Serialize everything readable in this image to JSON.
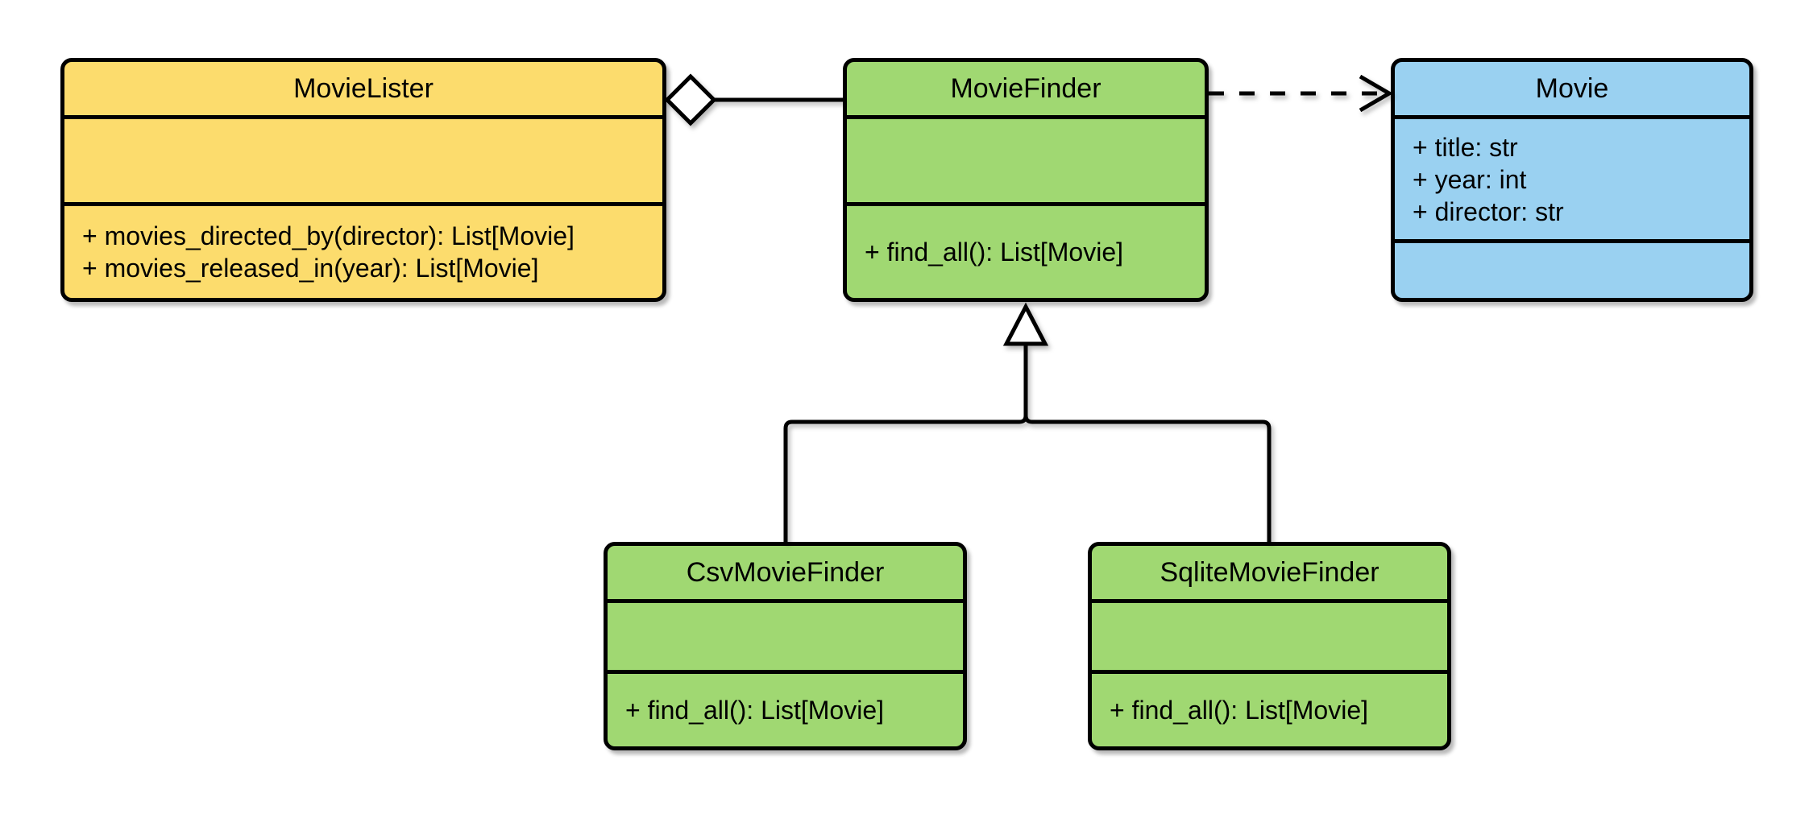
{
  "diagram": {
    "type": "uml-class-diagram",
    "background_color": "#ffffff",
    "stroke_color": "#000000",
    "classes": [
      {
        "name": "MovieLister",
        "fill": "#FCDC6D",
        "attributes": [],
        "methods": [
          "+ movies_directed_by(director): List[Movie]",
          "+ movies_released_in(year): List[Movie]"
        ]
      },
      {
        "name": "MovieFinder",
        "fill": "#A0D872",
        "attributes": [],
        "methods": [
          "+ find_all(): List[Movie]"
        ]
      },
      {
        "name": "Movie",
        "fill": "#9AD1F1",
        "attributes": [
          "+ title: str",
          "+ year: int",
          "+ director: str"
        ],
        "methods": []
      },
      {
        "name": "CsvMovieFinder",
        "fill": "#A0D872",
        "attributes": [],
        "methods": [
          "+ find_all(): List[Movie]"
        ]
      },
      {
        "name": "SqliteMovieFinder",
        "fill": "#A0D872",
        "attributes": [],
        "methods": [
          "+ find_all(): List[Movie]"
        ]
      }
    ],
    "relationships": [
      {
        "type": "aggregation",
        "from": "MovieLister",
        "to": "MovieFinder"
      },
      {
        "type": "dependency",
        "from": "MovieFinder",
        "to": "Movie"
      },
      {
        "type": "inheritance",
        "from": "CsvMovieFinder",
        "to": "MovieFinder"
      },
      {
        "type": "inheritance",
        "from": "SqliteMovieFinder",
        "to": "MovieFinder"
      }
    ]
  }
}
